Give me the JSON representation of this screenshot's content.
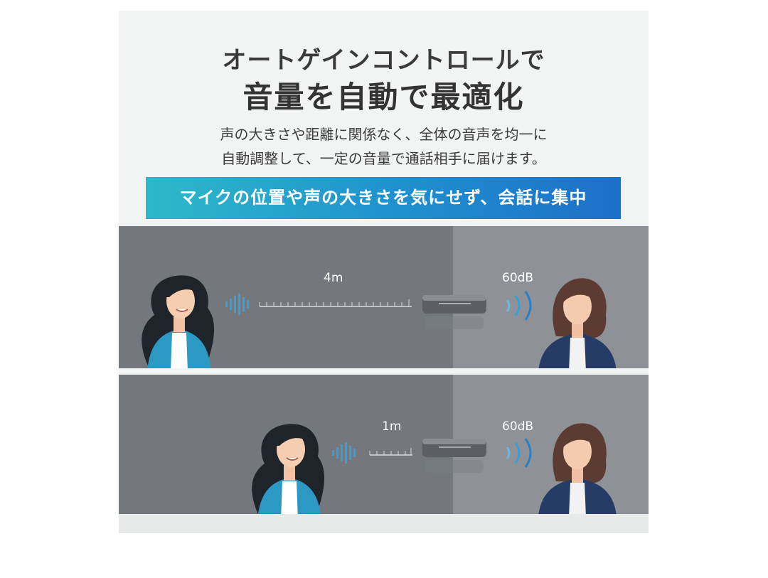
{
  "header": {
    "title_line1": "オートゲインコントロールで",
    "title_line2": "音量を自動で最適化"
  },
  "description": {
    "line1": "声の大きさや距離に関係なく、全体の音声を均一に",
    "line2": "自動調整して、一定の音量で通話相手に届けます。"
  },
  "banner": {
    "text": "マイクの位置や声の大きさを気にせず、会話に集中"
  },
  "scenes": [
    {
      "distance": "4m",
      "volume": "60dB"
    },
    {
      "distance": "1m",
      "volume": "60dB"
    }
  ],
  "colors": {
    "banner_start": "#2db9c9",
    "banner_end": "#1d6fc8",
    "sound_wave": "#3a9fd6",
    "scene_left_bg": "#74787d",
    "scene_right_bg": "#8e9195"
  },
  "icons": [
    "speaker-woman-illustration",
    "listener-woman-illustration",
    "sound-wave-icon",
    "speakerphone-device-icon",
    "sound-output-icon"
  ]
}
